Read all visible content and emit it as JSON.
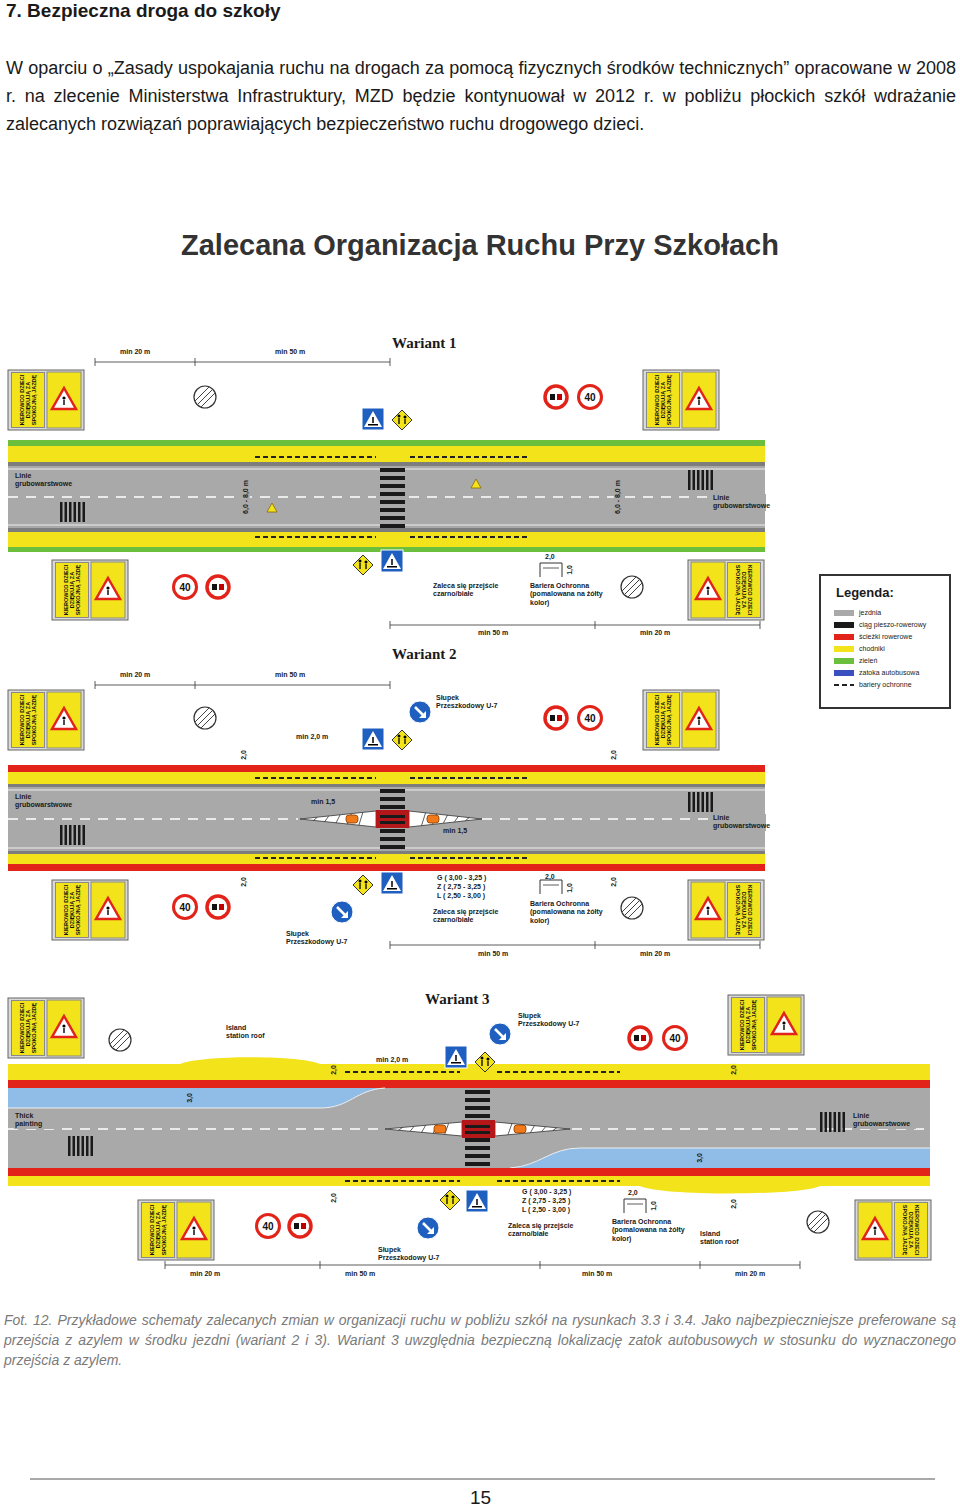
{
  "diagram": {
    "title": "Zalecana Organizacja Ruchu Przy Szkołach",
    "caption": "Fot. 12. Przykładowe schematy zalecanych zmian w organizacji ruchu w pobliżu szkół na rysunkach 3.3 i 3.4. Jako najbezpieczniejsze preferowane są przejścia z azylem w środku jezdni (wariant 2 i 3). Wariant 3 uwzględnia bezpieczną lokalizację zatok autobusowych w stosunku do wyznaczonego przejścia z azylem.",
    "nodes": [
      {
        "text": [
          "KIEROWCO DZIECI DZIĘKUJĄ ZA SPOKOJNĄ JAZDĘ"
        ]
      },
      {
        "text": [
          "40"
        ]
      },
      {
        "text": [
          "KIEROWCO DZIECI DZIĘKUJĄ ZA SPOKOJNĄ JAZDĘ"
        ]
      },
      {
        "text": [
          "KIEROWCO DZIECI DZIĘKUJĄ ZA SPOKOJNĄ JAZDĘ"
        ]
      },
      {
        "text": [
          "40"
        ]
      },
      {
        "text": [
          "KIEROWCO DZIECI DZIĘKUJĄ ZA SPOKOJNĄ JAZDĘ"
        ]
      },
      {
        "text": [
          "KIEROWCO DZIECI DZIĘKUJĄ ZA SPOKOJNĄ JAZDĘ"
        ]
      },
      {
        "text": [
          "40"
        ]
      },
      {
        "text": [
          "KIEROWCO DZIECI DZIĘKUJĄ ZA SPOKOJNĄ JAZDĘ"
        ]
      },
      {
        "text": [
          "KIEROWCO DZIECI DZIĘKUJĄ ZA SPOKOJNĄ JAZDĘ"
        ]
      },
      {
        "text": [
          "40"
        ]
      },
      {
        "text": [
          "KIEROWCO DZIECI DZIĘKUJĄ ZA SPOKOJNĄ JAZDĘ"
        ]
      },
      {
        "text": [
          "KIEROWCO DZIECI DZIĘKUJĄ ZA SPOKOJNĄ JAZDĘ"
        ]
      },
      {
        "text": [
          "40"
        ]
      },
      {
        "text": [
          "KIEROWCO DZIECI DZIĘKUJĄ ZA SPOKOJNĄ JAZDĘ"
        ]
      },
      {
        "text": [
          "KIEROWCO DZIECI DZIĘKUJĄ ZA SPOKOJNĄ JAZDĘ"
        ]
      },
      {
        "text": [
          "40"
        ]
      },
      {
        "text": [
          "KIEROWCO DZIECI DZIĘKUJĄ ZA SPOKOJNĄ JAZDĘ"
        ]
      }
    ],
    "labels": [
      "7. Bezpieczna droga do szkoły",
      "W oparciu o „Zasady uspokajania ruchu na drogach za pomocą fizycznych środków technicznych” opracowane w 2008 r. na zlecenie Ministerstwa Infrastruktury, MZD będzie kontynuował w 2012 r. w pobliżu płockich szkół wdrażanie zalecanych rozwiązań poprawiających bezpieczeństwo ruchu drogowego dzieci.",
      "Wariant 1",
      "min 20 m",
      "min 50 m",
      "Linie grubowarstwowe",
      "6,0 - 8,0 m",
      "6,0 - 8,0 m",
      "Linie grubowarstwowe",
      "2,0",
      "1,0",
      "Zaleca się przejście czarno/białe",
      "Bariera Ochronna (pomalowana na żółty kolor)",
      "min 50 m",
      "min 20 m",
      "Wariant 2",
      "min 20 m",
      "min 50 m",
      "Słupek Przeszkodowy U-7",
      "min 2,0 m",
      "Linie grubowarstwowe",
      "min 1,5",
      "min 1,5",
      "Linie grubowarstwowe",
      "G ( 3,00 - 3,25 )",
      "Z ( 2,75 - 3,25 )",
      "L ( 2,50 - 3,00 )",
      "2,0",
      "1,0",
      "Bariera Ochronna (pomalowana na żółty kolor)",
      "Zaleca się przejście czarno/białe",
      "Słupek Przeszkodowy U-7",
      "min 50 m",
      "min 20 m",
      "Wariant 3",
      "Island station roof",
      "Słupek Przeszkodowy U-7",
      "min 2,0 m",
      "Thick painting",
      "Linie grubowarstwowe",
      "G ( 3,00 - 3,25 )",
      "Z ( 2,75 - 3,25 )",
      "L ( 2,50 - 3,00 )",
      "2,0",
      "1,0",
      "Bariera Ochronna (pomalowana na żółty kolor)",
      "Zaleca się przejście czarno/białe",
      "Island station roof",
      "Słupek Przeszkodowy U-7",
      "min 20 m",
      "min 50 m",
      "min 50 m",
      "min 20 m",
      "Legenda:",
      "15",
      "2,0",
      "2,0",
      "2,0",
      "2,0",
      "3,0",
      "3,0",
      "2,0",
      "2,0",
      "2,0",
      "2,0"
    ],
    "legend": [
      {
        "text": "jezdnia",
        "color": "#a9a9a9"
      },
      {
        "text": "ciąg pieszo-rowerowy",
        "color": "#1a1a1a"
      },
      {
        "text": "ścieżki rowerowe",
        "color": "#e2231a"
      },
      {
        "text": "chodniki",
        "color": "#f2e31b"
      },
      {
        "text": "zieleń",
        "color": "#6cbf3c"
      },
      {
        "text": "zatoka autobusowa",
        "color": "#3a4fc0"
      },
      {
        "text": "bariery ochronne"
      }
    ]
  }
}
